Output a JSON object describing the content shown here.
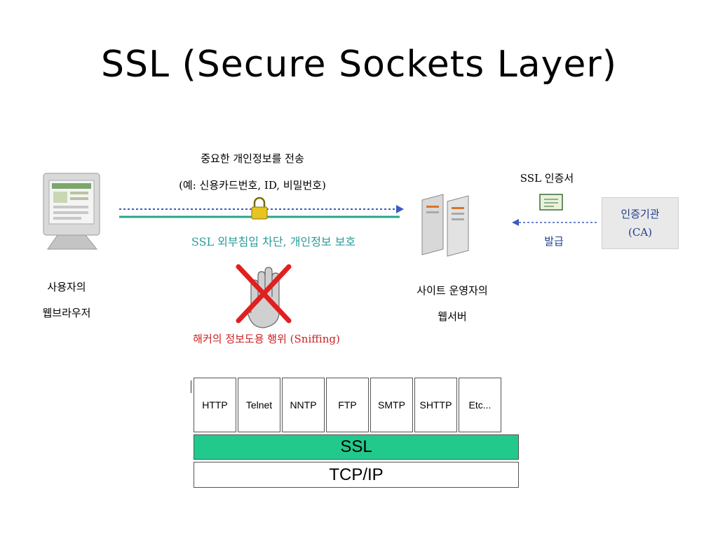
{
  "title": "SSL (Secure Sockets Layer)",
  "diagram": {
    "transfer_line1": "중요한 개인정보를 전송",
    "transfer_line2": "(예: 신용카드번호, ID, 비밀번호)",
    "ssl_protect": "SSL  외부침입 차단, 개인정보 보호",
    "user_line1": "사용자의",
    "user_line2": "웹브라우저",
    "server_line1": "사이트 운영자의",
    "server_line2": "웹서버",
    "hacker": "해커의 정보도용 행위 (Sniffing)",
    "certificate": "SSL 인증서",
    "issue": "발급",
    "ca_line1": "인증기관",
    "ca_line2": "(CA)",
    "colors": {
      "line_dotted": "#3d5bbf",
      "line_solid": "#2aa58b",
      "ssl_text": "#2a9a9a",
      "hacker_text": "#cc2020",
      "ca_text": "#1f3f8a",
      "cross": "#e02020"
    },
    "icons": {
      "user": "computer-monitor-icon",
      "server": "server-tower-icon",
      "lock": "padlock-icon",
      "hacker": "hand-crossed-icon",
      "certificate": "certificate-icon"
    }
  },
  "protocol_stack": {
    "protocols": [
      "HTTP",
      "Telnet",
      "NNTP",
      "FTP",
      "SMTP",
      "SHTTP",
      "Etc..."
    ],
    "ssl_layer": "SSL",
    "tcp_layer": "TCP/IP",
    "ssl_color": "#22c98c"
  }
}
